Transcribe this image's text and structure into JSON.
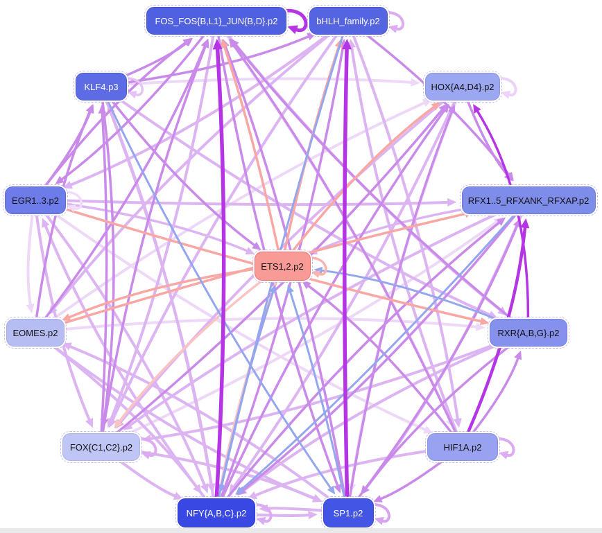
{
  "diagram": {
    "title": "transcription-factor-regulatory-network",
    "colors": {
      "background": "#ffffff",
      "bottom_bar": "#e9e9ec",
      "node_halo": "#ffffff"
    },
    "edge_palette": {
      "vividPurple": "#b535e5",
      "purple": "#c98ae9",
      "lightPurple": "#ddb4f2",
      "paleLavender": "#eed8f8",
      "salmon": "#f8a7a3",
      "paleSalmon": "#fbc4c2",
      "blue": "#93a6ee"
    },
    "nodes": [
      {
        "id": "fos",
        "label": "FOS_FOS{B,L1}_JUN{B,D}.p2",
        "fill": "#4f61e1",
        "border": "#4354c9",
        "text_color": "#ffffff",
        "self_loop": true,
        "self_loop_color": "#b535e5",
        "self_loop_width": 5
      },
      {
        "id": "bhlh",
        "label": "bHLH_family.p2",
        "fill": "#5565e2",
        "border": "#4a58cc",
        "text_color": "#ffffff",
        "self_loop": true,
        "self_loop_color": "#dcabf1",
        "self_loop_width": 4
      },
      {
        "id": "klf4",
        "label": "KLF4.p3",
        "fill": "#5d6ce5",
        "border": "#5060d0",
        "text_color": "#ffffff",
        "self_loop": true,
        "self_loop_color": "#e6c3f5",
        "self_loop_width": 3.5
      },
      {
        "id": "hox",
        "label": "HOX{A4,D4}.p2",
        "fill": "#9ca7f1",
        "border": "#8d97de",
        "text_color": "#111111",
        "self_loop": true,
        "self_loop_color": "#ecd2f8",
        "self_loop_width": 4
      },
      {
        "id": "egr",
        "label": "EGR1..3.p2",
        "fill": "#6d7ce8",
        "border": "#5f6dd4",
        "text_color": "#111111",
        "self_loop": true,
        "self_loop_color": "#f0dcfa",
        "self_loop_width": 3.5
      },
      {
        "id": "rfx",
        "label": "RFX1..5_RFXANK_RFXAP.p2",
        "fill": "#7e8cea",
        "border": "#6f7cd6",
        "text_color": "#111111",
        "self_loop": false,
        "self_loop_color": "",
        "self_loop_width": 0
      },
      {
        "id": "ets",
        "label": "ETS1,2.p2",
        "fill": "#f89b96",
        "border": "#ef6f6a",
        "text_color": "#111111",
        "self_loop": true,
        "self_loop_color": "#f9b4b0",
        "self_loop_width": 3.5
      },
      {
        "id": "eomes",
        "label": "EOMES.p2",
        "fill": "#b6bdf3",
        "border": "#a7aee0",
        "text_color": "#111111",
        "self_loop": false,
        "self_loop_color": "",
        "self_loop_width": 0
      },
      {
        "id": "rxr",
        "label": "RXR{A,B,G}.p2",
        "fill": "#8591ec",
        "border": "#7681d8",
        "text_color": "#111111",
        "self_loop": false,
        "self_loop_color": "",
        "self_loop_width": 0
      },
      {
        "id": "fox",
        "label": "FOX{C1,C2}.p2",
        "fill": "#bfc5f5",
        "border": "#b0b6e2",
        "text_color": "#111111",
        "self_loop": true,
        "self_loop_color": "#dcabf1",
        "self_loop_width": 4
      },
      {
        "id": "hif1a",
        "label": "HIF1A.p2",
        "fill": "#98a2f0",
        "border": "#8a93dd",
        "text_color": "#111111",
        "self_loop": true,
        "self_loop_color": "#dcabf1",
        "self_loop_width": 4
      },
      {
        "id": "nfy",
        "label": "NFY{A,B,C}.p2",
        "fill": "#3948e2",
        "border": "#3340c8",
        "text_color": "#ffffff",
        "self_loop": true,
        "self_loop_color": "#dcabf1",
        "self_loop_width": 4
      },
      {
        "id": "sp1",
        "label": "SP1.p2",
        "fill": "#4355e4",
        "border": "#3a49ce",
        "text_color": "#ffffff",
        "self_loop": true,
        "self_loop_color": "#d9a4ef",
        "self_loop_width": 4
      }
    ],
    "edges": [
      {
        "s": "klf4",
        "t": "hox",
        "c": "paleLavender",
        "w": 4,
        "curve": -18
      },
      {
        "s": "egr",
        "t": "hif1a",
        "c": "paleLavender",
        "w": 4
      },
      {
        "s": "eomes",
        "t": "hox",
        "c": "paleLavender",
        "w": 4
      },
      {
        "s": "fox",
        "t": "rfx",
        "c": "paleLavender",
        "w": 4
      },
      {
        "s": "eomes",
        "t": "rxr",
        "c": "paleLavender",
        "w": 4
      },
      {
        "s": "hox",
        "t": "sp1",
        "c": "paleLavender",
        "w": 4
      },
      {
        "s": "fos",
        "t": "hif1a",
        "c": "paleLavender",
        "w": 4
      },
      {
        "s": "egr",
        "t": "eomes",
        "c": "paleLavender",
        "w": 4,
        "curve": 15
      },
      {
        "s": "fos",
        "t": "fox",
        "c": "lightPurple",
        "w": 4
      },
      {
        "s": "fos",
        "t": "rxr",
        "c": "lightPurple",
        "w": 4
      },
      {
        "s": "bhlh",
        "t": "egr",
        "c": "lightPurple",
        "w": 4
      },
      {
        "s": "bhlh",
        "t": "fox",
        "c": "lightPurple",
        "w": 4
      },
      {
        "s": "klf4",
        "t": "nfy",
        "c": "lightPurple",
        "w": 4
      },
      {
        "s": "klf4",
        "t": "rxr",
        "c": "lightPurple",
        "w": 4
      },
      {
        "s": "hox",
        "t": "nfy",
        "c": "lightPurple",
        "w": 4
      },
      {
        "s": "hox",
        "t": "fox",
        "c": "lightPurple",
        "w": 4
      },
      {
        "s": "egr",
        "t": "nfy",
        "c": "lightPurple",
        "w": 4
      },
      {
        "s": "egr",
        "t": "fox",
        "c": "lightPurple",
        "w": 4
      },
      {
        "s": "egr",
        "t": "ets",
        "c": "lightPurple",
        "w": 3.5
      },
      {
        "s": "rfx",
        "t": "fox",
        "c": "lightPurple",
        "w": 4
      },
      {
        "s": "rfx",
        "t": "sp1",
        "c": "lightPurple",
        "w": 4
      },
      {
        "s": "eomes",
        "t": "sp1",
        "c": "lightPurple",
        "w": 4
      },
      {
        "s": "eomes",
        "t": "nfy",
        "c": "lightPurple",
        "w": 4
      },
      {
        "s": "rxr",
        "t": "nfy",
        "c": "lightPurple",
        "w": 4
      },
      {
        "s": "rxr",
        "t": "fox",
        "c": "lightPurple",
        "w": 4
      },
      {
        "s": "fox",
        "t": "nfy",
        "c": "lightPurple",
        "w": 4
      },
      {
        "s": "fox",
        "t": "sp1",
        "c": "lightPurple",
        "w": 4
      },
      {
        "s": "hif1a",
        "t": "nfy",
        "c": "lightPurple",
        "w": 4
      },
      {
        "s": "hif1a",
        "t": "bhlh",
        "c": "lightPurple",
        "w": 4
      },
      {
        "s": "nfy",
        "t": "sp1",
        "c": "lightPurple",
        "w": 4,
        "curve": 7
      },
      {
        "s": "sp1",
        "t": "nfy",
        "c": "lightPurple",
        "w": 4,
        "curve": 7
      },
      {
        "s": "nfy",
        "t": "klf4",
        "c": "lightPurple",
        "w": 4
      },
      {
        "s": "nfy",
        "t": "egr",
        "c": "lightPurple",
        "w": 4
      },
      {
        "s": "sp1",
        "t": "eomes",
        "c": "lightPurple",
        "w": 4
      },
      {
        "s": "egr",
        "t": "rfx",
        "c": "lightPurple",
        "w": 4,
        "curve": 12
      },
      {
        "s": "bhlh",
        "t": "eomes",
        "c": "lightPurple",
        "w": 4
      },
      {
        "s": "bhlh",
        "t": "hif1a",
        "c": "lightPurple",
        "w": 4
      },
      {
        "s": "rfx",
        "t": "ets",
        "c": "lightPurple",
        "w": 3.5
      },
      {
        "s": "fos",
        "t": "egr",
        "c": "purple",
        "w": 3.5
      },
      {
        "s": "fos",
        "t": "sp1",
        "c": "purple",
        "w": 3.5
      },
      {
        "s": "bhlh",
        "t": "rfx",
        "c": "purple",
        "w": 3.5
      },
      {
        "s": "klf4",
        "t": "ets",
        "c": "purple",
        "w": 3.5
      },
      {
        "s": "klf4",
        "t": "fox",
        "c": "purple",
        "w": 3.5
      },
      {
        "s": "klf4",
        "t": "bhlh",
        "c": "purple",
        "w": 3.5
      },
      {
        "s": "klf4",
        "t": "fos",
        "c": "purple",
        "w": 3.5,
        "curve": 14
      },
      {
        "s": "hox",
        "t": "rfx",
        "c": "purple",
        "w": 3.5,
        "curve": 16
      },
      {
        "s": "egr",
        "t": "fos",
        "c": "purple",
        "w": 3.5
      },
      {
        "s": "egr",
        "t": "klf4",
        "c": "purple",
        "w": 3.5,
        "curve": 14
      },
      {
        "s": "rfx",
        "t": "nfy",
        "c": "purple",
        "w": 3.5
      },
      {
        "s": "eomes",
        "t": "fos",
        "c": "purple",
        "w": 3.5
      },
      {
        "s": "eomes",
        "t": "klf4",
        "c": "purple",
        "w": 3.5
      },
      {
        "s": "rxr",
        "t": "sp1",
        "c": "purple",
        "w": 3.5
      },
      {
        "s": "rxr",
        "t": "fos",
        "c": "purple",
        "w": 3.5
      },
      {
        "s": "fox",
        "t": "hox",
        "c": "purple",
        "w": 3.5
      },
      {
        "s": "fox",
        "t": "fos",
        "c": "purple",
        "w": 3.5
      },
      {
        "s": "fox",
        "t": "klf4",
        "c": "purple",
        "w": 3.5,
        "curve": 16
      },
      {
        "s": "hif1a",
        "t": "sp1",
        "c": "purple",
        "w": 3.5
      },
      {
        "s": "hif1a",
        "t": "fos",
        "c": "purple",
        "w": 3.5
      },
      {
        "s": "hif1a",
        "t": "rxr",
        "c": "purple",
        "w": 3.5,
        "curve": 16
      },
      {
        "s": "nfy",
        "t": "bhlh",
        "c": "purple",
        "w": 3.5
      },
      {
        "s": "nfy",
        "t": "hox",
        "c": "purple",
        "w": 3.5
      },
      {
        "s": "sp1",
        "t": "fos",
        "c": "purple",
        "w": 3.5
      },
      {
        "s": "sp1",
        "t": "hox",
        "c": "purple",
        "w": 3.5
      },
      {
        "s": "sp1",
        "t": "rfx",
        "c": "purple",
        "w": 3.5
      },
      {
        "s": "nfy",
        "t": "rfx",
        "c": "purple",
        "w": 3.5
      },
      {
        "s": "hif1a",
        "t": "ets",
        "c": "purple",
        "w": 3.5
      },
      {
        "s": "ets",
        "t": "fos",
        "c": "salmon",
        "w": 3.5,
        "curve": 10
      },
      {
        "s": "ets",
        "t": "bhlh",
        "c": "salmon",
        "w": 3.5,
        "curve": -10
      },
      {
        "s": "ets",
        "t": "hox",
        "c": "salmon",
        "w": 3.5
      },
      {
        "s": "ets",
        "t": "eomes",
        "c": "salmon",
        "w": 3.5
      },
      {
        "s": "egr",
        "t": "rxr",
        "c": "salmon",
        "w": 3.5,
        "curve": 14
      },
      {
        "s": "eomes",
        "t": "rfx",
        "c": "salmon",
        "w": 3.5,
        "curve": -14
      },
      {
        "s": "ets",
        "t": "nfy",
        "c": "paleSalmon",
        "w": 4,
        "curve": 12
      },
      {
        "s": "ets",
        "t": "fox",
        "c": "paleSalmon",
        "w": 3.5
      },
      {
        "s": "klf4",
        "t": "sp1",
        "c": "blue",
        "w": 3,
        "curve": 30
      },
      {
        "s": "rxr",
        "t": "ets",
        "c": "blue",
        "w": 3
      },
      {
        "s": "sp1",
        "t": "ets",
        "c": "blue",
        "w": 3,
        "curve": 10
      },
      {
        "s": "nfy",
        "t": "ets",
        "c": "blue",
        "w": 3,
        "curve": -10
      },
      {
        "s": "bhlh",
        "t": "nfy",
        "c": "blue",
        "w": 3,
        "curve": 14
      },
      {
        "s": "rfx",
        "t": "nfy",
        "c": "blue",
        "w": 3,
        "curve": -20
      },
      {
        "s": "rxr",
        "t": "hox",
        "c": "vividPurple",
        "w": 3.5,
        "curve": 55
      },
      {
        "s": "hif1a",
        "t": "rfx",
        "c": "vividPurple",
        "w": 4.5,
        "curve": 30
      },
      {
        "s": "nfy",
        "t": "fos",
        "c": "vividPurple",
        "w": 5.5,
        "curve": 22
      },
      {
        "s": "sp1",
        "t": "bhlh",
        "c": "vividPurple",
        "w": 5.5,
        "curve": -8
      }
    ]
  }
}
